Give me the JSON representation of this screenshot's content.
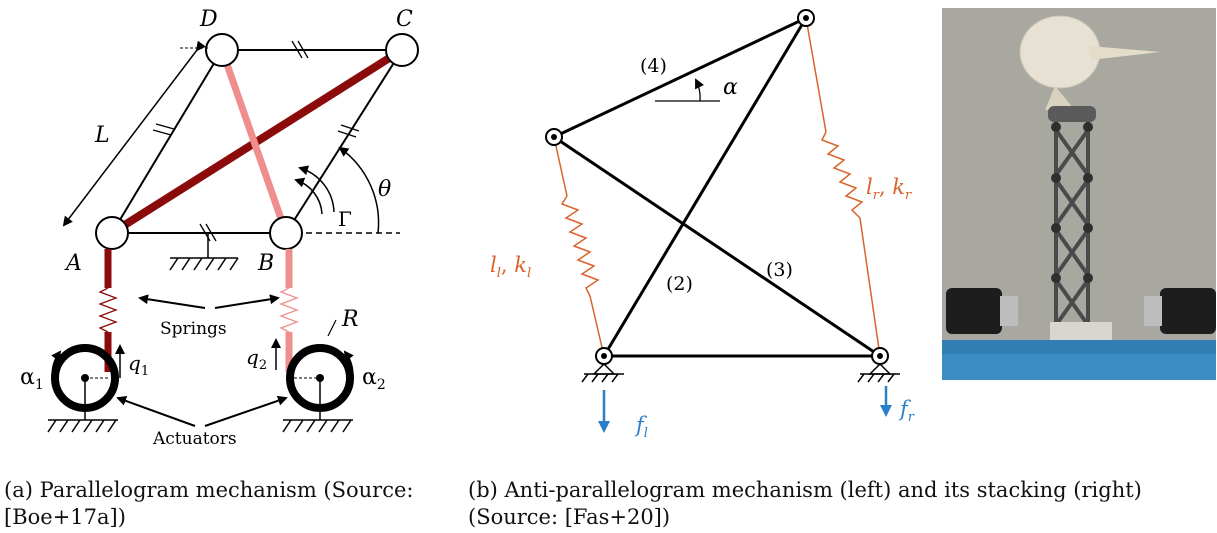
{
  "panel_a": {
    "points": {
      "A": "A",
      "B": "B",
      "C": "C",
      "D": "D"
    },
    "length": "L",
    "theta": "θ",
    "gamma": "Γ",
    "radius": "R",
    "springs": "Springs",
    "actuators": "Actuators",
    "alpha1": "α",
    "alpha1_sub": "1",
    "alpha2": "α",
    "alpha2_sub": "2",
    "q1": "q",
    "q1_sub": "1",
    "q2": "q",
    "q2_sub": "2"
  },
  "panel_b": {
    "link4": "(4)",
    "link2": "(2)",
    "link3": "(3)",
    "alpha": "α",
    "left_spring": {
      "l": "l",
      "l_sub": "l",
      "sep": ", ",
      "k": "k",
      "k_sub": "l"
    },
    "right_spring": {
      "l": "l",
      "l_sub": "r",
      "sep": ", ",
      "k": "k",
      "k_sub": "r"
    },
    "force_left": {
      "f": "f",
      "sub": "l"
    },
    "force_right": {
      "f": "f",
      "sub": "r"
    }
  },
  "captions": {
    "a": "(a) Parallelogram mechanism (Source: [Boe+17a])",
    "b": "(b) Anti-parallelogram mechanism (left) and its stacking (right) (Source: [Fas+20])"
  },
  "colors": {
    "dark_red": "#8b0b0b",
    "pink": "#f08e8e",
    "spring_orange": "#d9642b",
    "force_blue": "#2a7fc9",
    "black": "#000000"
  }
}
